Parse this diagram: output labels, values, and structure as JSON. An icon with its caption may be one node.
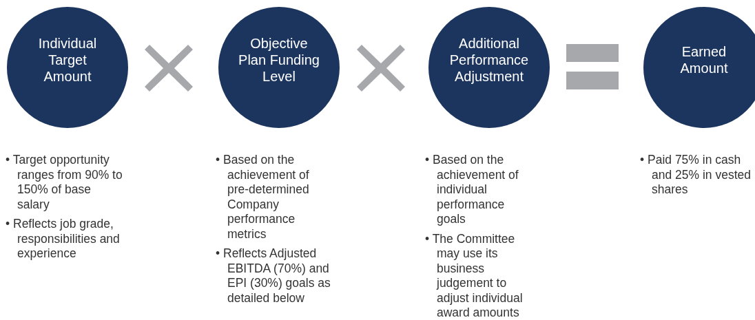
{
  "diagram": {
    "nodes": [
      {
        "text": [
          "Individual Target Amount"
        ],
        "beside": [
          "• Target opportunity ranges from 90% to 150% of base salary",
          "• Reflects job grade, responsibilities and experience"
        ]
      },
      {
        "text": [
          "Objective Plan Funding Level"
        ],
        "beside": [
          "• Based on the achievement of pre-determined Company performance metrics",
          "• Reflects Adjusted EBITDA (70%) and EPI (30%) goals as detailed below"
        ]
      },
      {
        "text": [
          "Additional Performance Adjustment"
        ],
        "beside": [
          "• Based on the achievement of individual performance goals",
          "• The Committee may use its business judgement to adjust individual award amounts"
        ]
      },
      {
        "text": [
          "Earned Amount"
        ],
        "beside": [
          "• Paid 75% in cash and 25% in vested shares"
        ]
      }
    ],
    "edges": []
  }
}
